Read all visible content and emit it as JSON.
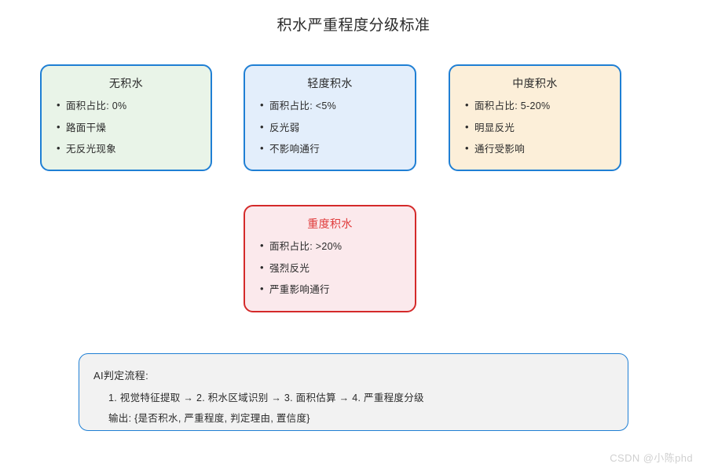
{
  "page": {
    "title": "积水严重程度分级标准",
    "watermark": "CSDN @小陈phd"
  },
  "colors": {
    "border_blue": "#1f7fd4",
    "border_red": "#d42a2a",
    "severe_text_red": "#e03c3c",
    "fill_none": "#e9f4e8",
    "fill_light": "#e3eefb",
    "fill_moderate": "#fcefd9",
    "fill_severe": "#fbe9ec",
    "panel_fill": "#f2f2f2"
  },
  "levels": [
    {
      "id": "none",
      "title": "无积水",
      "bullets": [
        "面积占比: 0%",
        "路面干燥",
        "无反光现象"
      ]
    },
    {
      "id": "light",
      "title": "轻度积水",
      "bullets": [
        "面积占比: <5%",
        "反光弱",
        "不影响通行"
      ]
    },
    {
      "id": "moderate",
      "title": "中度积水",
      "bullets": [
        "面积占比: 5-20%",
        "明显反光",
        "通行受影响"
      ]
    },
    {
      "id": "severe",
      "title": "重度积水",
      "bullets": [
        "面积占比: >20%",
        "强烈反光",
        "严重影响通行"
      ]
    }
  ],
  "flow": {
    "heading": "AI判定流程:",
    "steps": "1. 视觉特征提取 → 2. 积水区域识别 → 3. 面积估算 → 4. 严重程度分级",
    "output": "输出: {是否积水, 严重程度, 判定理由, 置信度}"
  }
}
